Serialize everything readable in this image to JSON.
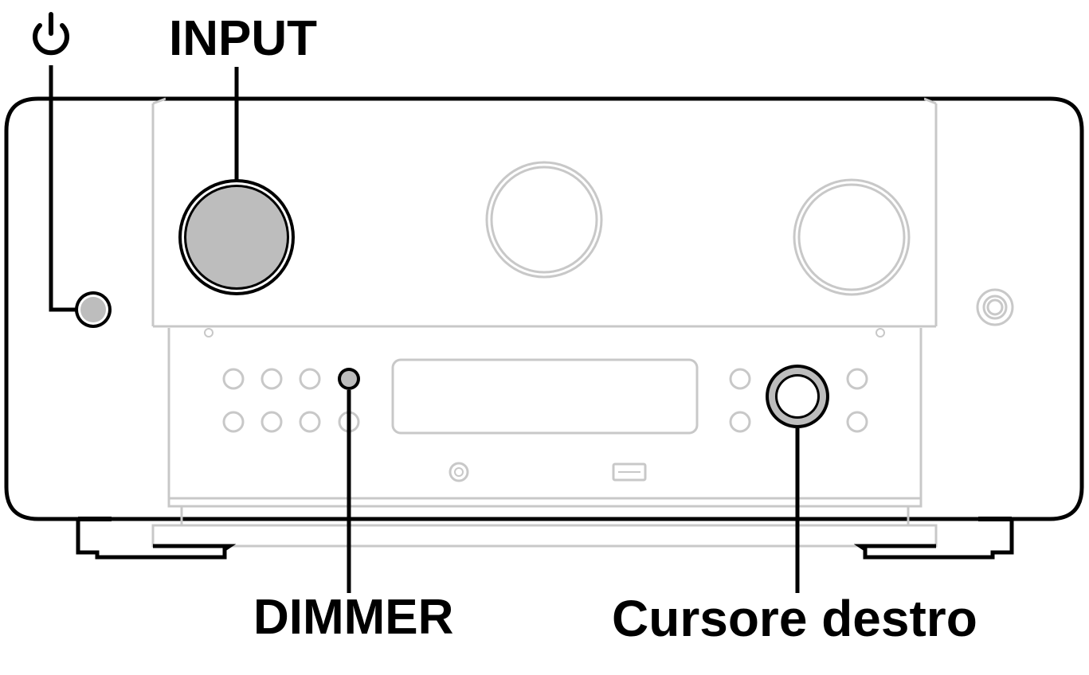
{
  "labels": {
    "power_symbol": "power-icon",
    "input": "INPUT",
    "dimmer": "DIMMER",
    "cursor_right": "Cursore destro"
  },
  "colors": {
    "outline": "#000000",
    "panel_line": "#c8c8c8",
    "highlight_fill": "#bdbdbd"
  }
}
